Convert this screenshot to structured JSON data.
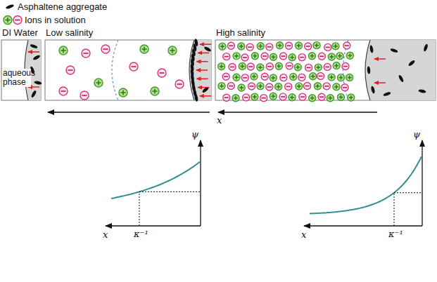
{
  "diagram": {
    "nodes": [
      {
        "text": [
          "DI Water"
        ]
      },
      {
        "text": [
          "Low salinity"
        ]
      },
      {
        "text": [
          "High salinity"
        ]
      }
    ],
    "labels": [
      "aqueous phase",
      "x",
      "ψ",
      "x",
      "κ⁻¹",
      "ψ",
      "x",
      "κ⁻¹"
    ],
    "legend": [
      {
        "text": "Asphaltene aggregate"
      },
      {
        "text": "Ions in solution"
      }
    ]
  }
}
